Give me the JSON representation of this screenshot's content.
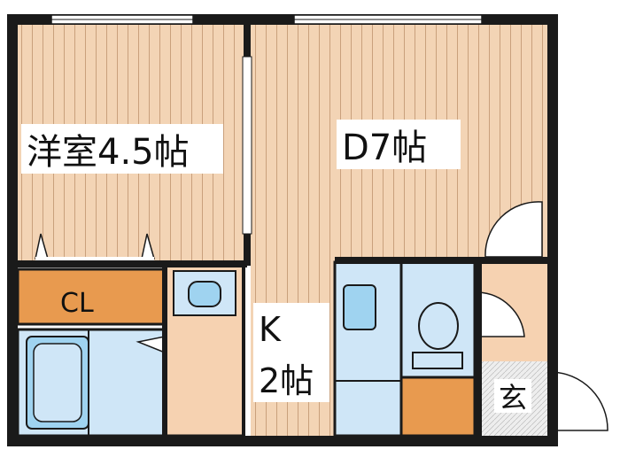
{
  "rooms": {
    "western_room": "洋室4.5帖",
    "dining": "D7帖",
    "closet": "CL",
    "kitchen_line1": "K",
    "kitchen_line2": "2帖",
    "entrance": "玄"
  },
  "colors": {
    "wall": "#1a1a1a",
    "wood_floor": "#f3d4b5",
    "wood_stripe": "#c9a07c",
    "closet_fill": "#e89a4f",
    "wet_area": "#cfe6f7",
    "fixture": "#9fd3f0",
    "tile": "#f6d2b1",
    "entrance_floor": "#e9e9e9"
  }
}
